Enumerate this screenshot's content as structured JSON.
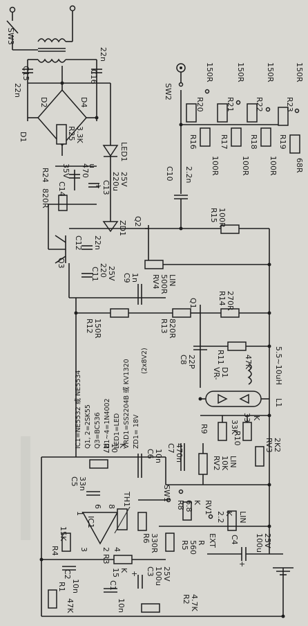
{
  "labels": {
    "SW3": "SW3",
    "C15": "C15",
    "C15v": "22n",
    "C16": "C16",
    "C16v": "22n",
    "D1": "D1",
    "D2": "D2",
    "D4": "D4",
    "R25": "R25",
    "R25v": "3.3K",
    "LED1": "LED1",
    "C14": "C14",
    "C14v1": "35V",
    "C14v2": "470",
    "C14v3": "u",
    "R24": "R24",
    "R24v": "820R",
    "C13": "C13",
    "C13v1": "220u",
    "C13v2": "25V",
    "ZD1": "ZD1",
    "Q2": "Q2",
    "Q3": "Q3",
    "C12": "C12",
    "C12v": "22n",
    "C11": "C11",
    "C11v1": "220",
    "C11v2": "25V",
    "C9": "C9",
    "C9v": "1n",
    "RV4": "RV4",
    "RV4v1": "500R",
    "RV4v2": "LIN",
    "C10": "C10",
    "C10v": "2.2n",
    "SW2": "SW2",
    "R20": "R20",
    "R20v": "150R",
    "R21": "R21",
    "R21v": "150R",
    "R22": "R22",
    "R22v": "150R",
    "R23": "R23",
    "R23v": "150R",
    "R16": "R16",
    "R16v": "100R",
    "R17": "R17",
    "R17v": "100R",
    "R18": "R18",
    "R18v": "100R",
    "R19": "R19",
    "R19v": "68R",
    "R15": "R15",
    "R15v": "100R",
    "R12": "R12",
    "R12v": "150R",
    "R13": "R13",
    "R13v": "820R",
    "Q1": "Q1",
    "R14": "R14",
    "R14v": "270R",
    "C8": "C8",
    "C8v": "22P",
    "R11": "R11",
    "R11v": "47K",
    "L1": "L1",
    "L1v": "5.5~10uH",
    "VRD1a": "VR-",
    "VRD1b": "D1",
    "R9": "R9",
    "R9v": "33K",
    "R10": "R10",
    "R10v": "33",
    "R10k": "K",
    "RV3": "RV3",
    "RV3v": "2K2",
    "RV2": "RV2",
    "RV2v1": "10K",
    "RV2v2": "LIN",
    "C7": "C7",
    "C7v": "470n",
    "C6": "C6",
    "C6v": "10n",
    "R7": "R7",
    "R7v": "10",
    "R7k": "K",
    "C5": "C5",
    "C5v": "33n",
    "IC1": "IC1",
    "TH1": "TH1",
    "SW1": "SW1",
    "R8": "R8",
    "R8v": "6.8",
    "R8k": "K",
    "RV1": "RV1",
    "RV1v1": "2.2",
    "RV1v2": "K",
    "RV1v3": "LIN",
    "R6": "R6",
    "R6v": "330R",
    "R5": "R5",
    "R5v1": "560",
    "R5v2": "R",
    "EXT": "EXT",
    "C4": "C4",
    "C4v1": "100u",
    "C4v2": "25V",
    "R4": "R4",
    "R4v": "15K",
    "R3": "R3",
    "R3v": "15",
    "R3k": "K",
    "C2": "C2",
    "C2v": "10n",
    "C1": "C1",
    "C1v": "10n",
    "C3": "C3",
    "C3v1": "100u",
    "C3v2": "25V",
    "R1": "R1",
    "R1v": "47K",
    "R2": "R2",
    "R2v": "4.7K",
    "pin3": "3",
    "pin2": "2",
    "pin6": "6",
    "pin1": "1",
    "pin8": "8",
    "pin4": "4",
    "plus1": "+",
    "plus2": "+",
    "plus3": "+"
  },
  "legend": [
    "IC1=NE5532 或 NE5534",
    "Q1, 2=2SK55",
    "Q3=BC536",
    "D1~4=1N4002",
    "LED1=LED",
    "VRD1=SS2204B 或 KV1320",
    "ZD1= 18V"
  ],
  "legend_extra": "(2x8V2)"
}
